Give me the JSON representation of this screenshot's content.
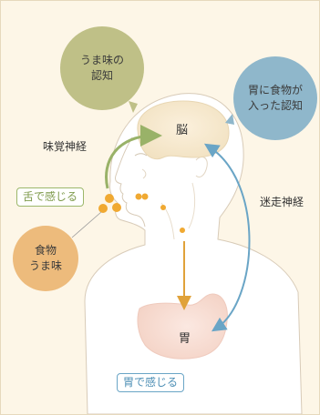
{
  "labels": {
    "umami_recognition": [
      "うま味の",
      "認知"
    ],
    "stomach_food_recognition": [
      "胃に食物が",
      "入った認知"
    ],
    "brain": "脳",
    "taste_nerve": "味覚神経",
    "tongue_sensing": "舌で感じる",
    "food_umami": [
      "食物",
      "うま味"
    ],
    "vagus_nerve": "迷走神経",
    "stomach": "胃",
    "stomach_sensing": "胃で感じる"
  },
  "colors": {
    "background": "#fdf6e7",
    "umami_bubble": "#bfc087",
    "stomach_bubble": "#8fb7cb",
    "food_bubble": "#edbb7c",
    "taste_nerve_arrow": "#99b268",
    "vagus_nerve_arrow": "#6aa5c6",
    "digestive_arrow": "#e0a23a",
    "food_particles": "#f0a932",
    "tongue_tag_border": "#9cb76b",
    "stomach_tag_border": "#6aa5c6",
    "stomach_fill": "#f7ddd3"
  }
}
